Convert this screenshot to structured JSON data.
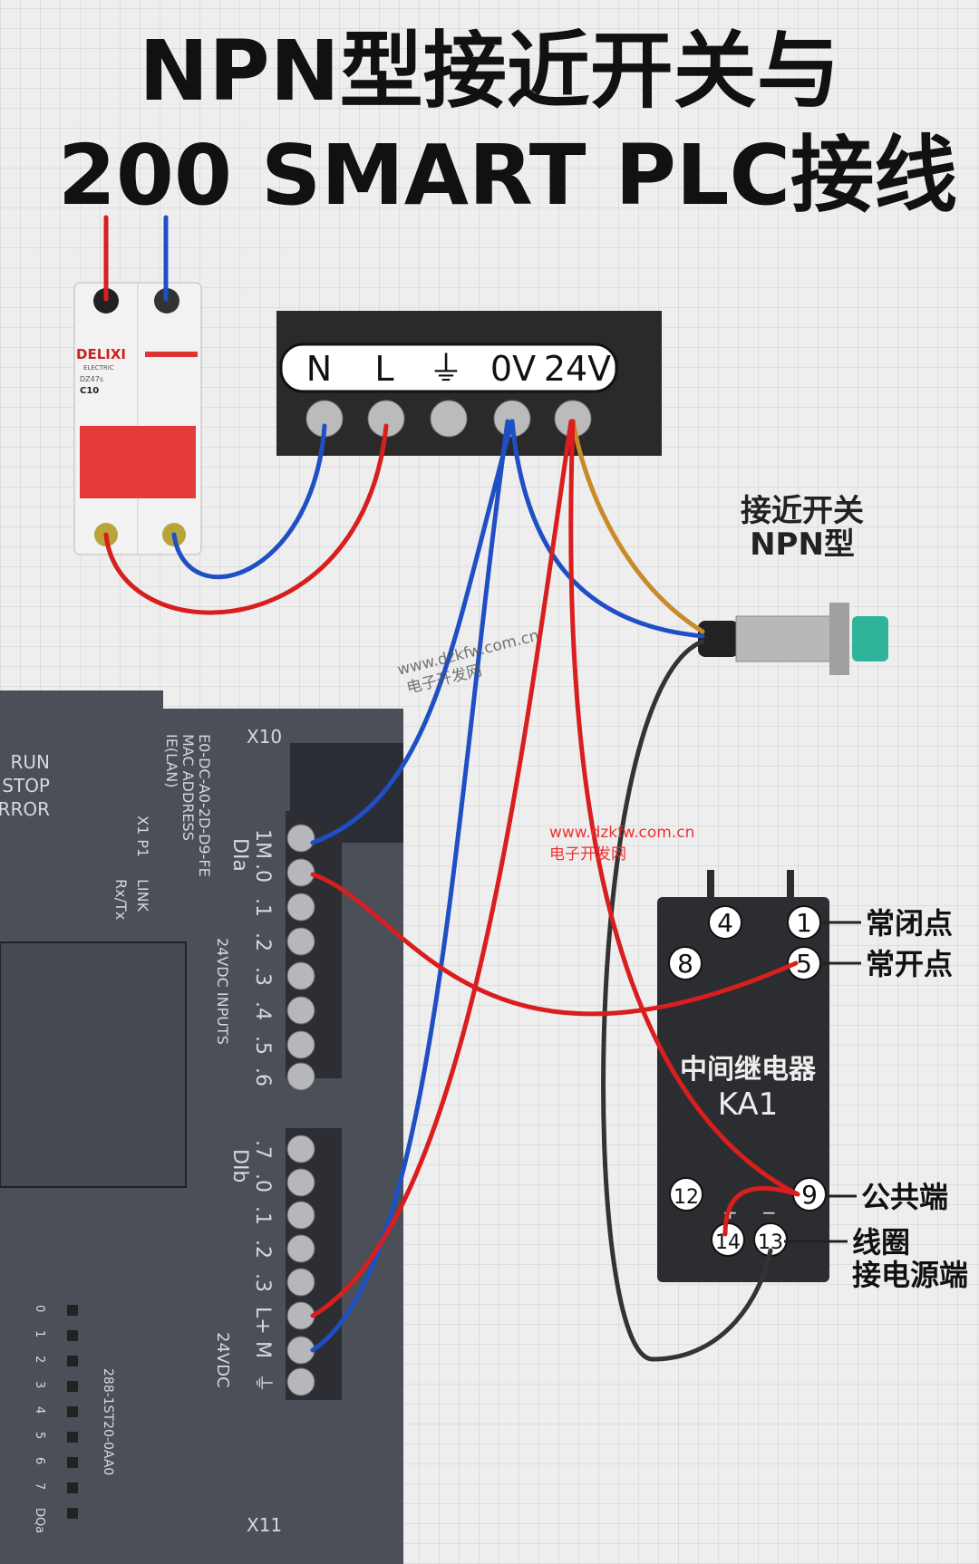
{
  "title": {
    "line1": "NPN型接近开关与",
    "line2": "200 SMART PLC接线"
  },
  "breaker": {
    "brand": "DELIXI",
    "sub": "ELECTRIC",
    "model": "DZ47s",
    "rating": "C10"
  },
  "power_supply": {
    "terminals": [
      "N",
      "L",
      "⏚",
      "0V",
      "24V"
    ]
  },
  "sensor": {
    "label_line1": "接近开关",
    "label_line2": "NPN型"
  },
  "plc": {
    "status": [
      "RUN",
      "STOP",
      "ERROR"
    ],
    "mac": [
      "E0-DC-A0-2D-D9-FE",
      "MAC ADDRESS",
      "IE(LAN)"
    ],
    "port": "X1 P1",
    "link": "LINK",
    "rxtx": "Rx/Tx",
    "x10": "X10",
    "x11": "X11",
    "dia": "DIa",
    "dib": "DIb",
    "inputs": "24VDC INPUTS",
    "dc": "24VDC",
    "model": "288-1ST20-0AA0",
    "dia_terms": [
      "1M",
      ".0",
      ".1",
      ".2",
      ".3",
      ".4",
      ".5",
      ".6"
    ],
    "dib_terms": [
      ".7",
      ".0",
      ".1",
      ".2",
      ".3"
    ],
    "pwr_terms": [
      "L+",
      "M",
      "⏚"
    ],
    "leds": [
      "0",
      "1",
      "2",
      "3",
      "4",
      "5",
      "6",
      "7",
      "DQa"
    ]
  },
  "relay": {
    "name": "中间继电器",
    "tag": "KA1",
    "terms": [
      "4",
      "1",
      "8",
      "5",
      "12",
      "9",
      "14",
      "13"
    ],
    "plus": "+",
    "minus": "−"
  },
  "callouts": {
    "nc": "常闭点",
    "no": "常开点",
    "com": "公共端",
    "coil1": "线圈",
    "coil2": "接电源端"
  },
  "watermarks": {
    "url": "www.dzkfw.com.cn",
    "name": "电子开发网"
  },
  "colors": {
    "red_wire": "#d81e1e",
    "blue_wire": "#1f4fc4",
    "brown_wire": "#c98a2a",
    "black_wire": "#333333",
    "plc": "#4b4f57"
  }
}
